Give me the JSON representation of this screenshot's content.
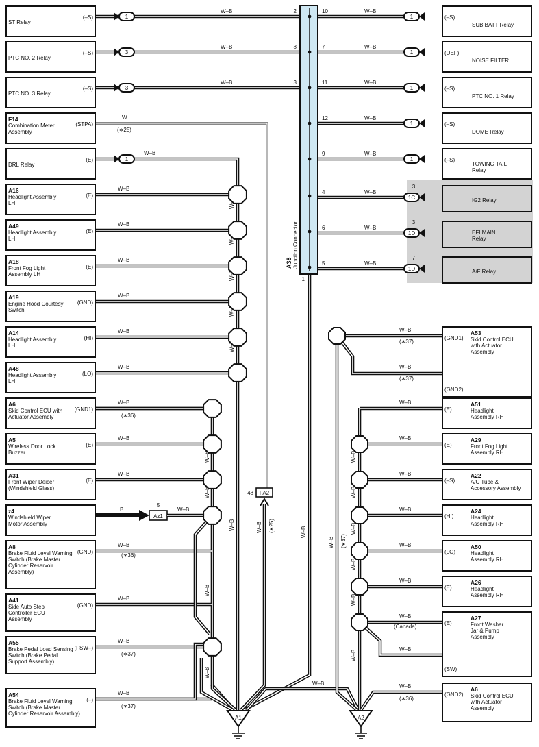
{
  "junction_connector": {
    "code": "A38",
    "name": "Junction Connector"
  },
  "wire_color_wb": "W–B",
  "ground_left": "A1",
  "ground_right": "A2",
  "fa2": {
    "pin": "48",
    "code": "FA2",
    "wire": "W–B",
    "note": "(∗25)"
  },
  "az1": {
    "pin": "5",
    "code": "Az1",
    "wire_in": "B",
    "wire_out": "W–B"
  },
  "left_components": [
    {
      "code": "",
      "name": "ST Relay",
      "pin": "(–S)",
      "conn": "1"
    },
    {
      "code": "",
      "name": "PTC NO. 2 Relay",
      "pin": "(–S)",
      "conn": "3"
    },
    {
      "code": "",
      "name": "PTC NO. 3 Relay",
      "pin": "(–S)",
      "conn": "3"
    },
    {
      "code": "F14",
      "name": "Combination Meter\nAssembly",
      "pin": "(STPA)",
      "wire": "W",
      "note": "(∗25)"
    },
    {
      "code": "",
      "name": "DRL Relay",
      "pin": "(E)",
      "conn": "1"
    },
    {
      "code": "A16",
      "name": "Headlight Assembly\nLH",
      "pin": "(E)"
    },
    {
      "code": "A49",
      "name": "Headlight Assembly\nLH",
      "pin": "(E)"
    },
    {
      "code": "A18",
      "name": "Front Fog Light\nAssembly LH",
      "pin": "(E)"
    },
    {
      "code": "A19",
      "name": "Engine Hood Courtesy\nSwitch",
      "pin": "(GND)"
    },
    {
      "code": "A14",
      "name": "Headlight Assembly\nLH",
      "pin": "(HI)"
    },
    {
      "code": "A48",
      "name": "Headlight Assembly\nLH",
      "pin": "(LO)"
    },
    {
      "code": "A6",
      "name": "Skid Control ECU with\nActuator Assembly",
      "pin": "(GND1)",
      "note": "(∗36)"
    },
    {
      "code": "A5",
      "name": "Wireless Door Lock\nBuzzer",
      "pin": "(E)"
    },
    {
      "code": "A31",
      "name": "Front Wiper Deicer\n(Windshield Glass)",
      "pin": "(E)"
    },
    {
      "code": "z4",
      "name": "Windshield Wiper\nMotor Assembly",
      "pin": ""
    },
    {
      "code": "A8",
      "name": "Brake Fluid Level Warning\nSwitch (Brake Master\nCylinder Reservoir\nAssembly)",
      "pin": "(GND)",
      "note": "(∗36)"
    },
    {
      "code": "A41",
      "name": "Side Auto Step\nController ECU\nAssembly",
      "pin": "(GND)"
    },
    {
      "code": "A55",
      "name": "Brake Pedal Load Sensing\nSwitch (Brake Pedal\nSupport Assembly)",
      "pin": "(FSW–)",
      "note": "(∗37)"
    },
    {
      "code": "A54",
      "name": "Brake Fluid Level Warning\nSwitch (Brake Master\nCylinder Reservoir Assembly)",
      "pin": "(–)",
      "note": "(∗37)"
    }
  ],
  "right_components": [
    {
      "code": "",
      "name": "SUB BATT Relay",
      "pin": "(–S)",
      "conn": "1",
      "jpin": "10"
    },
    {
      "code": "",
      "name": "NOISE FILTER",
      "pin": "(DEF)",
      "conn": "1",
      "jpin": "7"
    },
    {
      "code": "",
      "name": "PTC NO. 1 Relay",
      "pin": "(–S)",
      "conn": "1",
      "jpin": "11"
    },
    {
      "code": "",
      "name": "DOME Relay",
      "pin": "(–S)",
      "conn": "1",
      "jpin": "12"
    },
    {
      "code": "",
      "name": "TOWING TAIL\nRelay",
      "pin": "(–S)",
      "conn": "1",
      "jpin": "9"
    },
    {
      "code": "",
      "name": "IG2 Relay",
      "pin": "",
      "conn": "1C",
      "conn_pin": "3",
      "jpin": "4"
    },
    {
      "code": "",
      "name": "EFI MAIN\nRelay",
      "pin": "",
      "conn": "1D",
      "conn_pin": "3",
      "jpin": "6"
    },
    {
      "code": "",
      "name": "A/F Relay",
      "pin": "",
      "conn": "1D",
      "conn_pin": "7",
      "jpin": "5"
    },
    {
      "code": "A53",
      "name": "Skid Control ECU\nwith Actuator\nAssembly",
      "pin": "(GND1)",
      "pin2": "(GND2)",
      "note": "(∗37)",
      "note2": "(∗37)"
    },
    {
      "code": "A51",
      "name": "Headlight\nAssembly RH",
      "pin": "(E)"
    },
    {
      "code": "A29",
      "name": "Front Fog Light\nAssembly RH",
      "pin": "(E)"
    },
    {
      "code": "A22",
      "name": "A/C Tube &\nAccessory Assembly",
      "pin": "(–S)"
    },
    {
      "code": "A24",
      "name": "Headlight\nAssembly RH",
      "pin": "(HI)"
    },
    {
      "code": "A50",
      "name": "Headlight\nAssembly RH",
      "pin": "(LO)"
    },
    {
      "code": "A26",
      "name": "Headlight\nAssembly RH",
      "pin": "(E)"
    },
    {
      "code": "A27",
      "name": "Front Washer\nJar & Pump\nAssembly",
      "pin": "(E)",
      "pin2": "(SW)",
      "note": "(Canada)"
    },
    {
      "code": "A6",
      "name": "Skid Control ECU\nwith Actuator\nAssembly",
      "pin": "(GND2)",
      "note": "(∗36)"
    }
  ],
  "junction_left_pins": [
    "2",
    "8",
    "3"
  ],
  "junction_bottom_pin": "1",
  "vertical_labels": {
    "wb": "W–B",
    "n25": "(∗25)",
    "n37": "(∗37)"
  }
}
